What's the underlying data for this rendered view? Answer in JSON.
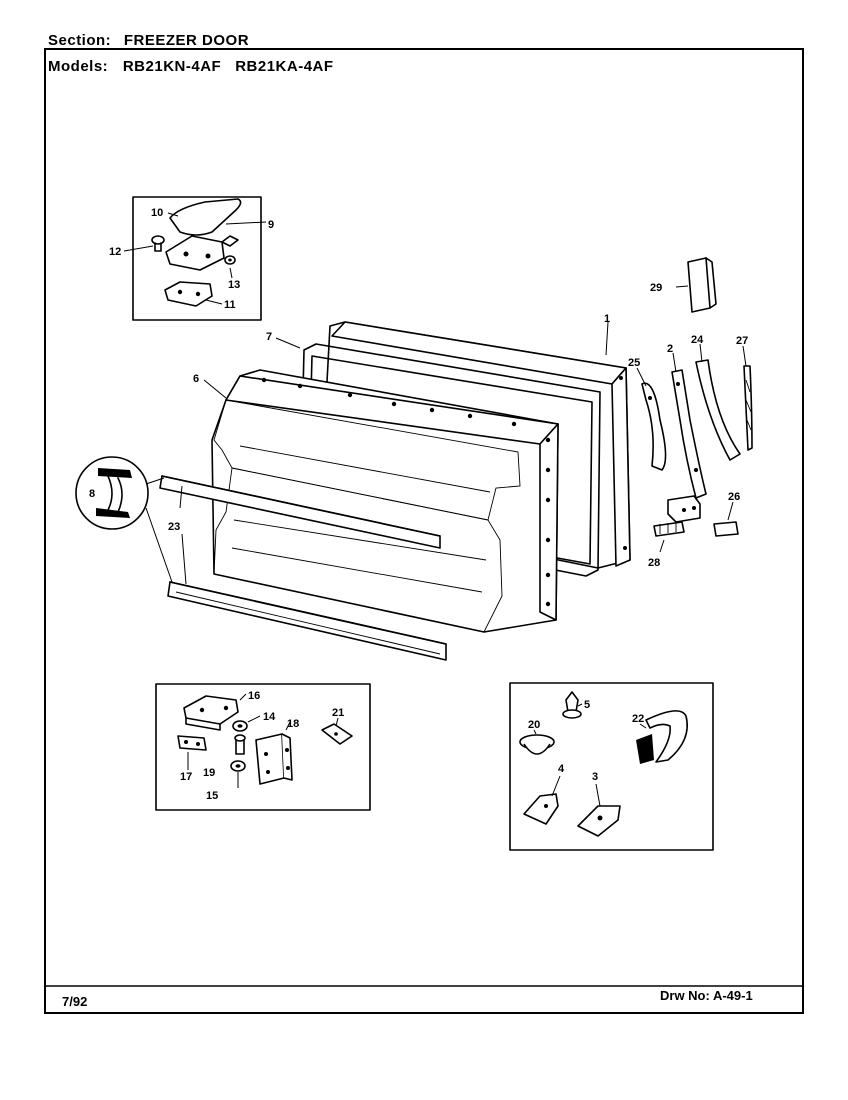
{
  "header": {
    "section_label": "Section:",
    "section_value": "FREEZER DOOR",
    "models_label": "Models:",
    "models_value": "RB21KN-4AF   RB21KA-4AF"
  },
  "footer": {
    "date": "7/92",
    "drawing_number": "Drw No: A-49-1"
  },
  "parts": {
    "p1": "1",
    "p2": "2",
    "p3": "3",
    "p4": "4",
    "p5": "5",
    "p6": "6",
    "p7": "7",
    "p8": "8",
    "p9": "9",
    "p10": "10",
    "p11": "11",
    "p12": "12",
    "p13": "13",
    "p14": "14",
    "p15": "15",
    "p16": "16",
    "p17": "17",
    "p18": "18",
    "p19": "19",
    "p20": "20",
    "p21": "21",
    "p22": "22",
    "p23": "23",
    "p24": "24",
    "p25": "25",
    "p26": "26",
    "p27": "27",
    "p28": "28",
    "p29": "29"
  }
}
